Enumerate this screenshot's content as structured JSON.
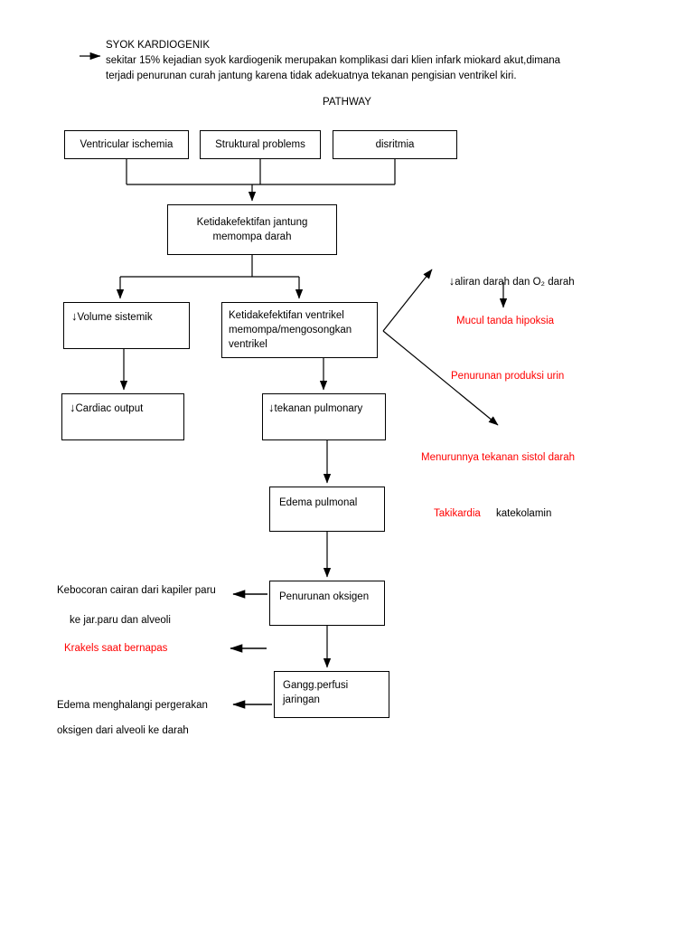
{
  "header": {
    "title": "SYOK KARDIOGENIK",
    "body": "sekitar 15% kejadian syok kardiogenik merupakan komplikasi dari klien infark miokard akut,dimana\nterjadi penurunan curah jantung karena tidak adekuatnya tekanan pengisian ventrikel kiri.",
    "pathway_label": "PATHWAY"
  },
  "nodes": {
    "ventricular_ischemia": "Ventricular ischemia",
    "structural_problems": "Struktural problems",
    "disritmia": "disritmia",
    "ketidakefektifan_jantung_1": "Ketidakefektifan jantung",
    "ketidakefektifan_jantung_2": "memompa darah",
    "volume_sistemik": "Volume sistemik",
    "ketidakefektifan_ventrikel_1": "Ketidakefektifan ventrikel",
    "ketidakefektifan_ventrikel_2": "memompa/mengosongkan",
    "ketidakefektifan_ventrikel_3": "ventrikel",
    "cardiac_output": "Cardiac output",
    "tekanan_pulmonary": "tekanan pulmonary",
    "edema_pulmonal": "Edema pulmonal",
    "penurunan_oksigen": "Penurunan oksigen",
    "gangg_perfusi_1": "Gangg.perfusi",
    "gangg_perfusi_2": "jaringan"
  },
  "labels": {
    "aliran_darah": "aliran darah dan O₂ darah",
    "mucul_tanda_hipoksia": "Mucul tanda hipoksia",
    "penurunan_produksi_urin": "Penurunan produksi urin",
    "menurunnya_tekanan_sistol": "Menurunnya tekanan sistol darah",
    "takikardia": "Takikardia",
    "katekolamin": "katekolamin",
    "kebocoran_cairan_1": "Kebocoran cairan dari kapiler paru",
    "kebocoran_cairan_2": "ke jar.paru dan alveoli",
    "krakels": "Krakels saat bernapas",
    "edema_menghalangi_1": "Edema menghalangi pergerakan",
    "edema_menghalangi_2": "oksigen dari alveoli ke darah"
  },
  "glyphs": {
    "down_arrow": "↓"
  },
  "colors": {
    "accent_red": "#ff0000",
    "stroke": "#000000",
    "background": "#ffffff"
  }
}
